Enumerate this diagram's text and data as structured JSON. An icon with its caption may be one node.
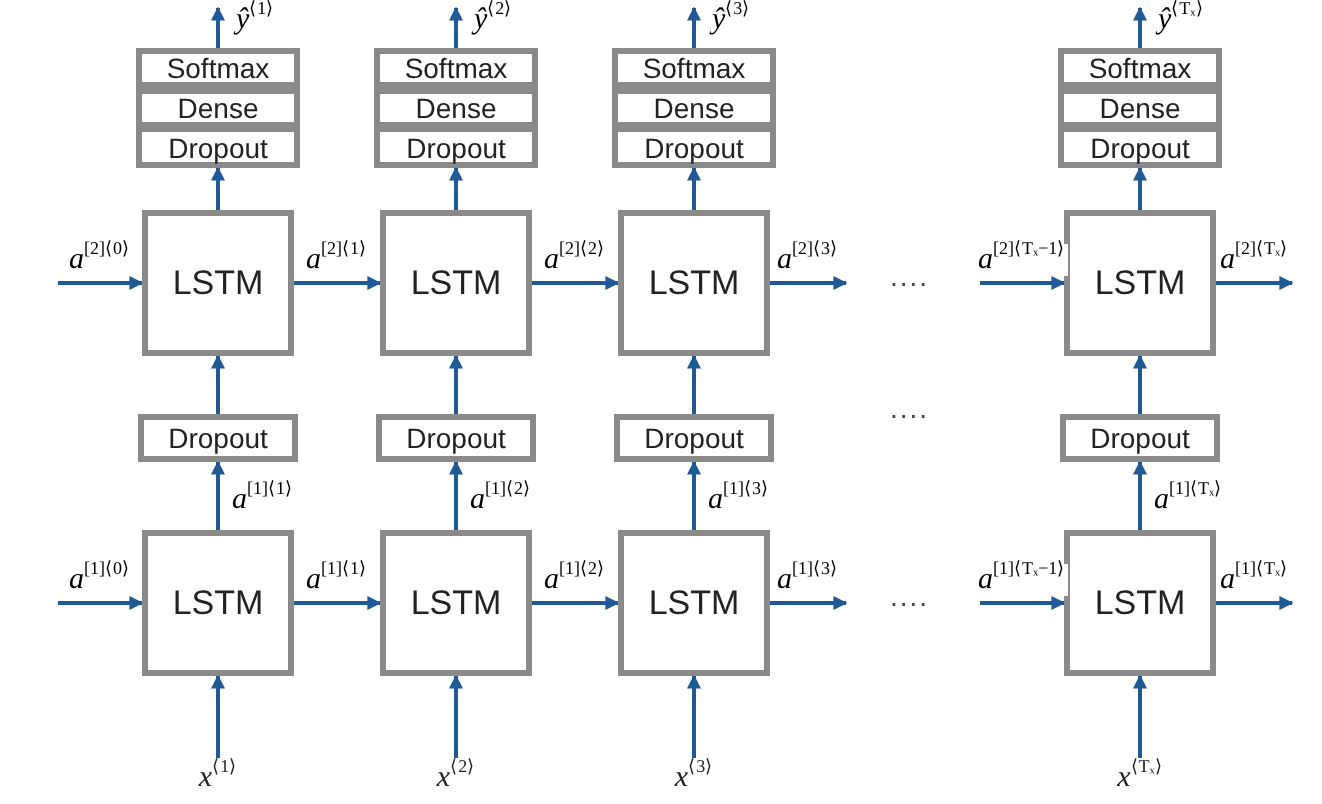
{
  "diagram": {
    "nodes": [
      {
        "text": [
          "Softmax"
        ]
      },
      {
        "text": [
          "Dense"
        ]
      },
      {
        "text": [
          "Dropout"
        ]
      },
      {
        "text": [
          "LSTM"
        ]
      },
      {
        "text": [
          "Dropout"
        ]
      },
      {
        "text": [
          "LSTM"
        ]
      },
      {
        "text": [
          "*x*$^{⟨1⟩}$"
        ]
      },
      {
        "text": [
          "Softmax"
        ]
      },
      {
        "text": [
          "Dense"
        ]
      },
      {
        "text": [
          "Dropout"
        ]
      },
      {
        "text": [
          "LSTM"
        ]
      },
      {
        "text": [
          "Dropout"
        ]
      },
      {
        "text": [
          "LSTM"
        ]
      },
      {
        "text": [
          "*x*$^{⟨2⟩}$"
        ]
      },
      {
        "text": [
          "Softmax"
        ]
      },
      {
        "text": [
          "Dense"
        ]
      },
      {
        "text": [
          "Dropout"
        ]
      },
      {
        "text": [
          "LSTM"
        ]
      },
      {
        "text": [
          "Dropout"
        ]
      },
      {
        "text": [
          "LSTM"
        ]
      },
      {
        "text": [
          "*x*$^{⟨3⟩}$"
        ]
      },
      {
        "text": [
          "Softmax"
        ]
      },
      {
        "text": [
          "Dense"
        ]
      },
      {
        "text": [
          "Dropout"
        ]
      },
      {
        "text": [
          "LSTM"
        ]
      },
      {
        "text": [
          "Dropout"
        ]
      },
      {
        "text": [
          "LSTM"
        ]
      },
      {
        "text": [
          "*x*$^{⟨Tₓ⟩}$"
        ]
      }
    ],
    "edges": [
      {
        "from": 0,
        "to": null,
        "arrow": "to",
        "label": "*ŷ*$^{⟨1⟩}$"
      },
      {
        "from": 3,
        "to": 2,
        "arrow": "to"
      },
      {
        "from": 4,
        "to": 3,
        "arrow": "to"
      },
      {
        "from": 5,
        "to": 4,
        "arrow": "to",
        "label": "*a*$^{[1]⟨1⟩}$"
      },
      {
        "from": 6,
        "to": 5,
        "arrow": "to"
      },
      {
        "from": 7,
        "to": null,
        "arrow": "to",
        "label": "*ŷ*$^{⟨2⟩}$"
      },
      {
        "from": 10,
        "to": 9,
        "arrow": "to"
      },
      {
        "from": 11,
        "to": 10,
        "arrow": "to"
      },
      {
        "from": 12,
        "to": 11,
        "arrow": "to",
        "label": "*a*$^{[1]⟨2⟩}$"
      },
      {
        "from": 13,
        "to": 12,
        "arrow": "to"
      },
      {
        "from": 14,
        "to": null,
        "arrow": "to",
        "label": "*ŷ*$^{⟨3⟩}$"
      },
      {
        "from": 17,
        "to": 16,
        "arrow": "to"
      },
      {
        "from": 18,
        "to": 17,
        "arrow": "to"
      },
      {
        "from": 19,
        "to": 18,
        "arrow": "to",
        "label": "*a*$^{[1]⟨3⟩}$"
      },
      {
        "from": 20,
        "to": 19,
        "arrow": "to"
      },
      {
        "from": 21,
        "to": null,
        "arrow": "to",
        "label": "*ŷ*$^{⟨Tₓ⟩}$"
      },
      {
        "from": 24,
        "to": 23,
        "arrow": "to"
      },
      {
        "from": 25,
        "to": 24,
        "arrow": "to"
      },
      {
        "from": 26,
        "to": 25,
        "arrow": "to",
        "label": "*a*$^{[1]⟨Tₓ⟩}$"
      },
      {
        "from": 27,
        "to": 26,
        "arrow": "to"
      },
      {
        "from": null,
        "to": 3,
        "arrow": "to",
        "label": "*a*$^{[2]⟨0⟩}$"
      },
      {
        "from": 3,
        "to": 10,
        "arrow": "to",
        "label": "*a*$^{[2]⟨1⟩}$"
      },
      {
        "from": 10,
        "to": 17,
        "arrow": "to",
        "label": "*a*$^{[2]⟨2⟩}$"
      },
      {
        "from": 17,
        "to": null,
        "arrow": "to",
        "label": "*a*$^{[2]⟨3⟩}$"
      },
      {
        "from": null,
        "to": 24,
        "arrow": "to",
        "label": "*a*$^{[2]⟨Tₓ−1⟩}$"
      },
      {
        "from": 24,
        "to": null,
        "arrow": "to",
        "label": "*a*$^{[2]⟨Tₓ⟩}$"
      },
      {
        "from": null,
        "to": 5,
        "arrow": "to",
        "label": "*a*$^{[1]⟨0⟩}$"
      },
      {
        "from": 5,
        "to": 12,
        "arrow": "to",
        "label": "*a*$^{[1]⟨1⟩}$"
      },
      {
        "from": 12,
        "to": 19,
        "arrow": "to",
        "label": "*a*$^{[1]⟨2⟩}$"
      },
      {
        "from": 19,
        "to": null,
        "arrow": "to",
        "label": "*a*$^{[1]⟨3⟩}$"
      },
      {
        "from": null,
        "to": 26,
        "arrow": "to",
        "label": "*a*$^{[1]⟨Tₓ−1⟩}$"
      },
      {
        "from": 26,
        "to": null,
        "arrow": "to",
        "label": "*a*$^{[1]⟨Tₓ⟩}$"
      }
    ],
    "labels": [
      "....",
      "....",
      "...."
    ]
  }
}
